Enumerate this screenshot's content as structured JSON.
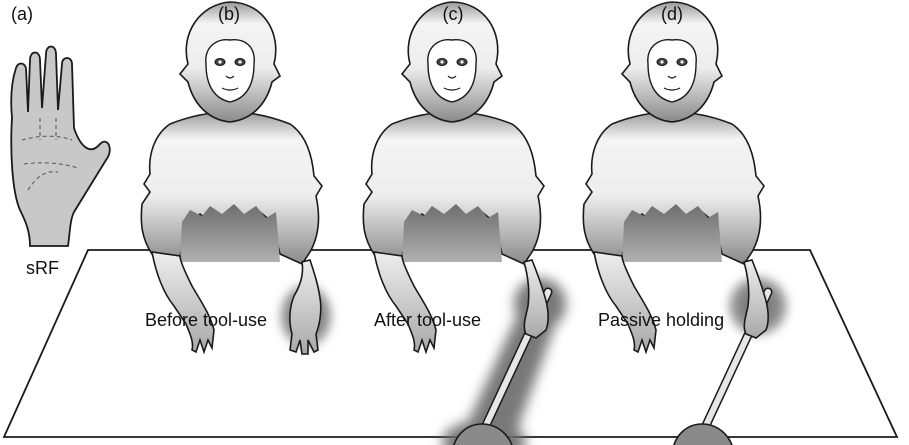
{
  "panel_labels": [
    "(a)",
    "(b)",
    "(c)",
    "(d)"
  ],
  "hand_label": "sRF",
  "captions": [
    "Before tool-use",
    "After tool-use",
    "Passive holding"
  ],
  "colors": {
    "outline": "#1a1a1a",
    "hand_fill": "#c8c8c8",
    "fur_top": "#f2f2f2",
    "fur_bottom": "#8c8c8c",
    "table": "#ffffff",
    "receptive_field": "#7a7a7a",
    "tool_handle": "#e6e6e6",
    "tool_rake": "#8a8a8a"
  },
  "icons": [
    "hand-icon",
    "monkey-icon",
    "rake-tool-icon"
  ]
}
